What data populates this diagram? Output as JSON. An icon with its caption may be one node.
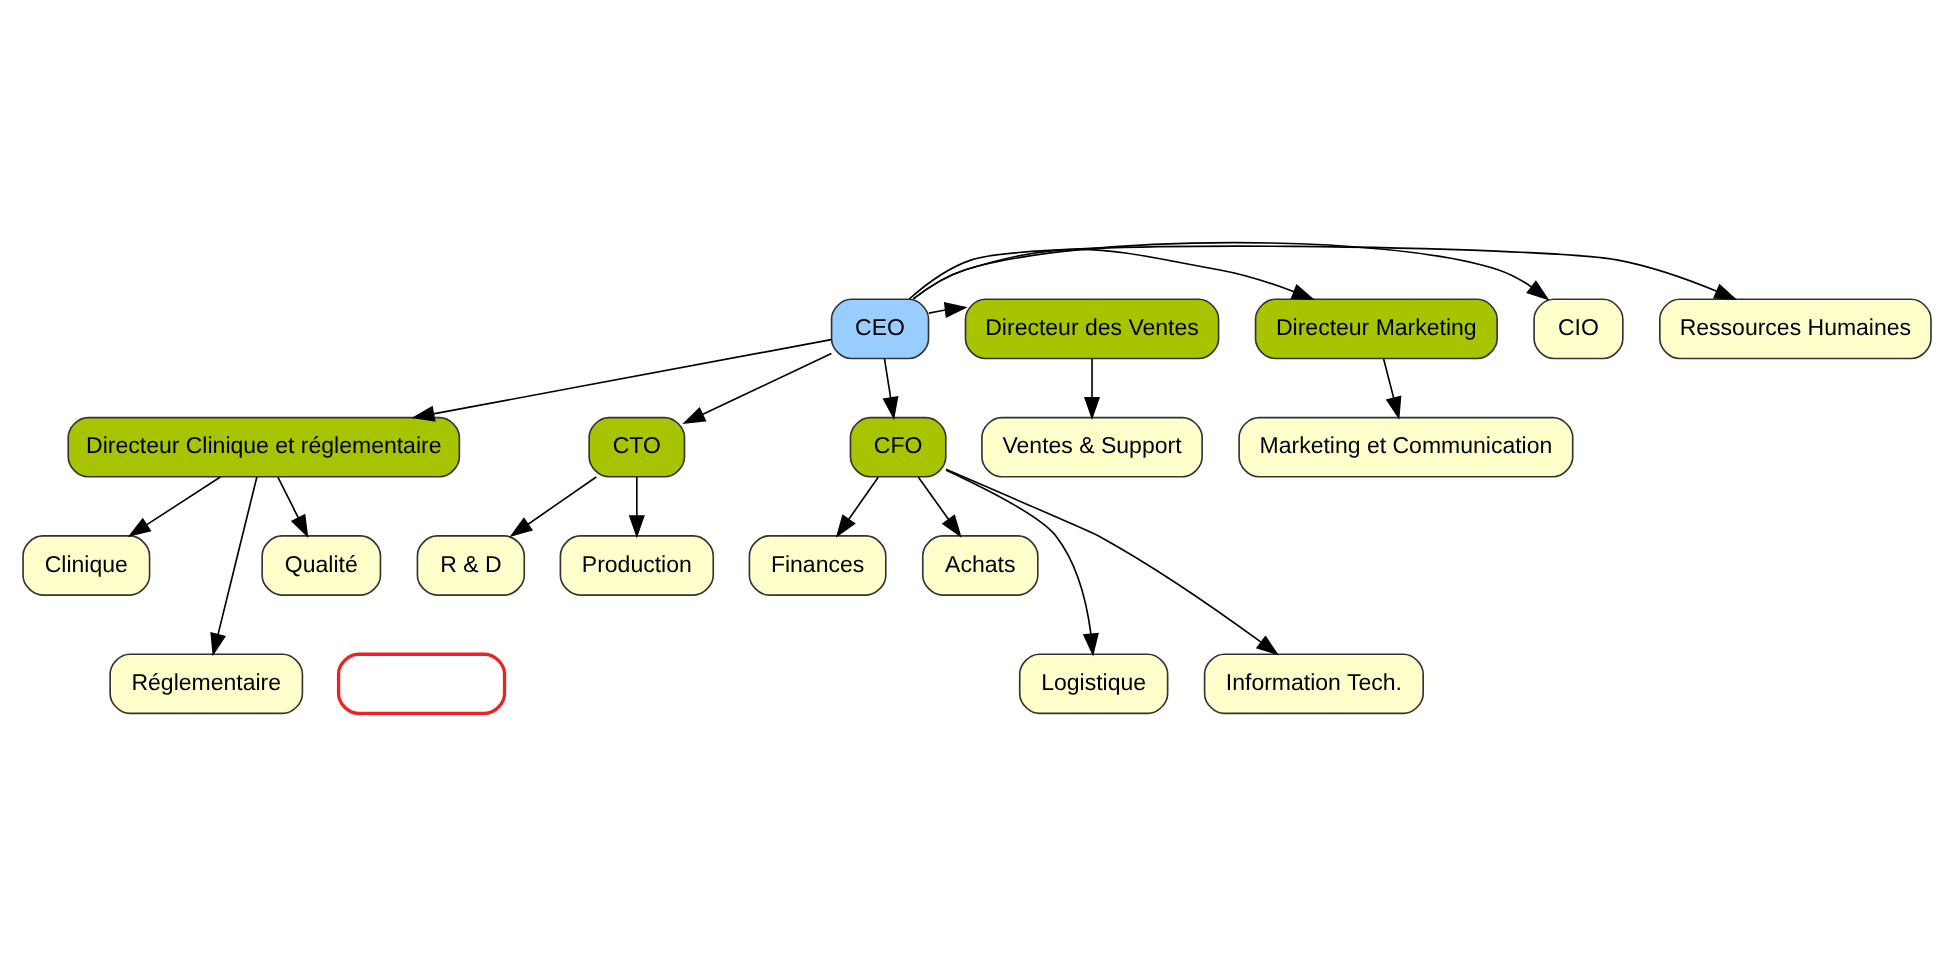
{
  "diagram": {
    "nodes": [
      {
        "text": [
          "CEO"
        ]
      },
      {
        "text": [
          "CIO"
        ]
      },
      {
        "text": [
          "Ressources Humaines"
        ]
      },
      {
        "text": [
          "Directeur des Ventes"
        ]
      },
      {
        "text": [
          "Ventes & Support"
        ]
      },
      {
        "text": [
          "Directeur Marketing"
        ]
      },
      {
        "text": [
          "Marketing et Communication"
        ]
      },
      {
        "text": [
          "Directeur Clinique et réglementaire"
        ]
      },
      {
        "text": [
          "CTO"
        ]
      },
      {
        "text": [
          "CFO"
        ]
      },
      {
        "text": [
          "Clinique"
        ]
      },
      {
        "text": [
          "Réglementaire"
        ]
      },
      {
        "text": [
          "Qualité"
        ]
      },
      {
        "text": [],
        "shape": "box"
      },
      {
        "text": [
          "R & D"
        ]
      },
      {
        "text": [
          "Production"
        ]
      },
      {
        "text": [
          "Finances"
        ]
      },
      {
        "text": [
          "Achats"
        ]
      },
      {
        "text": [
          "Logistique"
        ]
      },
      {
        "text": [
          "Information Tech."
        ]
      }
    ],
    "edges": [
      {
        "from": 0,
        "to": 1,
        "arrow": "to"
      },
      {
        "from": 0,
        "to": 2,
        "arrow": "to"
      },
      {
        "from": 0,
        "to": 3,
        "arrow": "to"
      },
      {
        "from": 0,
        "to": 5,
        "arrow": "to"
      },
      {
        "from": 3,
        "to": 4,
        "arrow": "to"
      },
      {
        "from": 5,
        "to": 6,
        "arrow": "to"
      },
      {
        "from": 0,
        "to": 7,
        "arrow": "to"
      },
      {
        "from": 0,
        "to": 8,
        "arrow": "to"
      },
      {
        "from": 0,
        "to": 9,
        "arrow": "to"
      },
      {
        "from": 7,
        "to": 10,
        "arrow": "to"
      },
      {
        "from": 7,
        "to": 11,
        "arrow": "to"
      },
      {
        "from": 7,
        "to": 12,
        "arrow": "to"
      },
      {
        "from": 8,
        "to": 14,
        "arrow": "to"
      },
      {
        "from": 8,
        "to": 15,
        "arrow": "to"
      },
      {
        "from": 9,
        "to": 16,
        "arrow": "to"
      },
      {
        "from": 9,
        "to": 17,
        "arrow": "to"
      },
      {
        "from": 9,
        "to": 18,
        "arrow": "to"
      },
      {
        "from": 9,
        "to": 19,
        "arrow": "to"
      }
    ]
  }
}
